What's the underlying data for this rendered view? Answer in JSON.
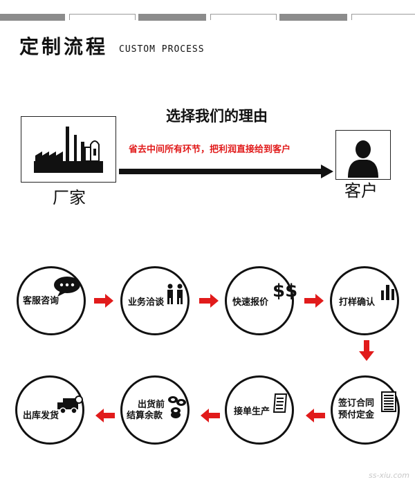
{
  "header": {
    "title": "定制流程",
    "subtitle": "CUSTOM PROCESS"
  },
  "reason": {
    "title": "选择我们的理由",
    "subtitle": "省去中间所有环节，把利润直接给到客户",
    "factory_label": "厂家",
    "client_label": "客户"
  },
  "process": {
    "steps": [
      {
        "label": "客服咨询",
        "icon": "chat-bubble-icon"
      },
      {
        "label": "业务洽谈",
        "icon": "two-people-icon"
      },
      {
        "label": "快速报价",
        "icon": "dollar-icon"
      },
      {
        "label": "打样确认",
        "icon": "bar-chart-icon"
      },
      {
        "label": "签订合同\n预付定金",
        "line1": "签订合同",
        "line2": "预付定金",
        "icon": "document-icon"
      },
      {
        "label": "接单生产",
        "icon": "scroll-icon"
      },
      {
        "label": "出货前\n结算余款",
        "line1": "出货前",
        "line2": "结算余款",
        "icon": "coins-icon"
      },
      {
        "label": "出库发货",
        "icon": "truck-icon"
      }
    ]
  },
  "watermark": "ss-xiu.com",
  "colors": {
    "arrow_red": "#e11b1b",
    "tab_gray": "#8c8c8c"
  }
}
